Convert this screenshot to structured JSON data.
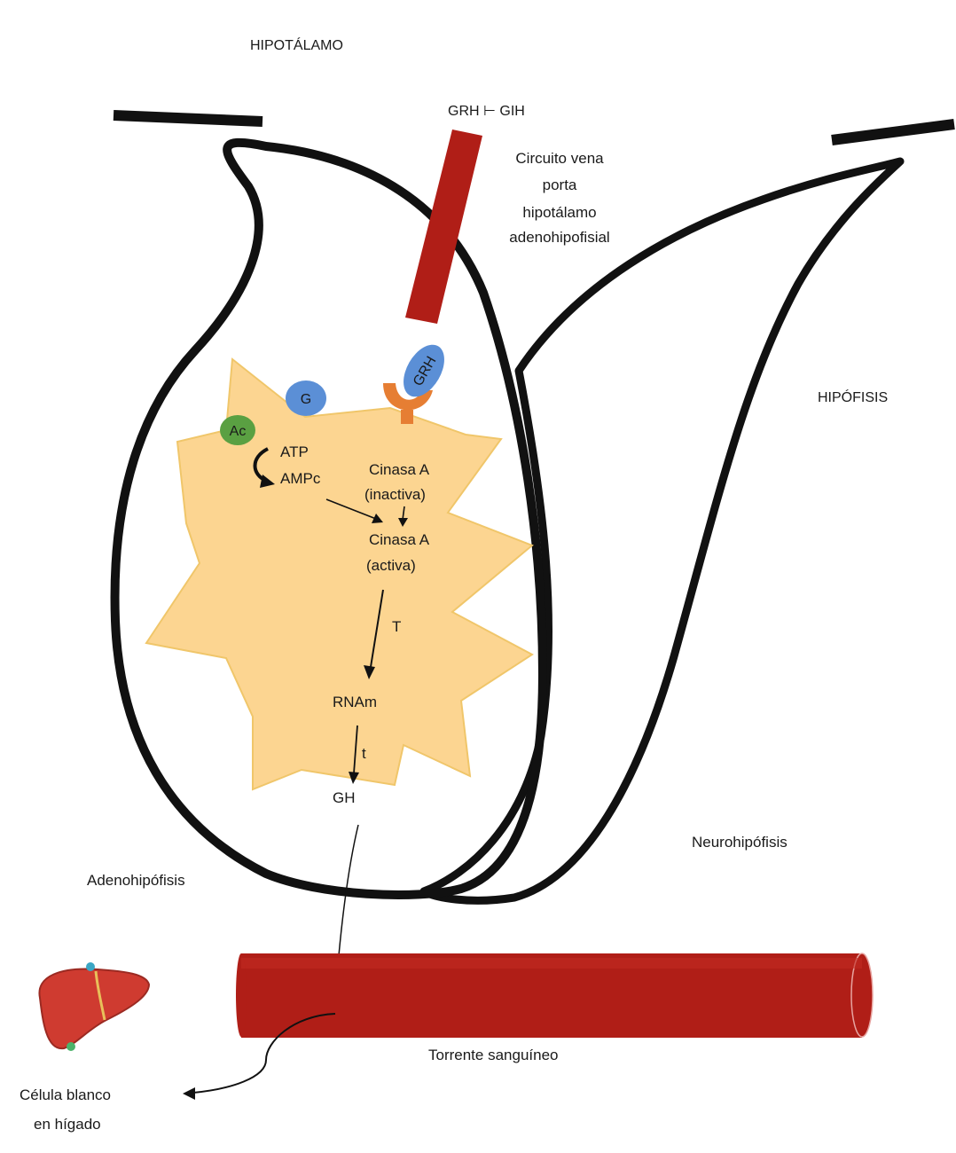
{
  "labels": {
    "hipotalamo": "HIPOTÁLAMO",
    "grh_gih": "GRH ⊢ GIH",
    "circuito": [
      "Circuito vena",
      "porta",
      "hipotálamo",
      "adenohipofisial"
    ],
    "hipofisis": "HIPÓFISIS",
    "neurohipofisis": "Neurohipófisis",
    "adenohipofisis": "Adenohipófisis",
    "torrente": "Torrente sanguíneo",
    "celula": [
      "Célula blanco",
      "en hígado"
    ]
  },
  "cell": {
    "g": "G",
    "ac": "Ac",
    "grh": "GRH",
    "atp": "ATP",
    "ampc": "AMPc",
    "cinasa_inactiva": [
      "Cinasa A",
      "(inactiva)"
    ],
    "cinasa_activa": [
      "Cinasa A",
      "(activa)"
    ],
    "T": "T",
    "rnam": "RNAm",
    "t": "t",
    "gh": "GH"
  },
  "colors": {
    "outline": "#111111",
    "vessel": "#b01e17",
    "vessel_dark": "#8c1410",
    "cell": "#fcd591",
    "cell_border": "#f0c66a",
    "g_protein": "#5b8fd6",
    "ac": "#5aa042",
    "receptor": "#e67e33",
    "liver": "#cf3b30"
  }
}
